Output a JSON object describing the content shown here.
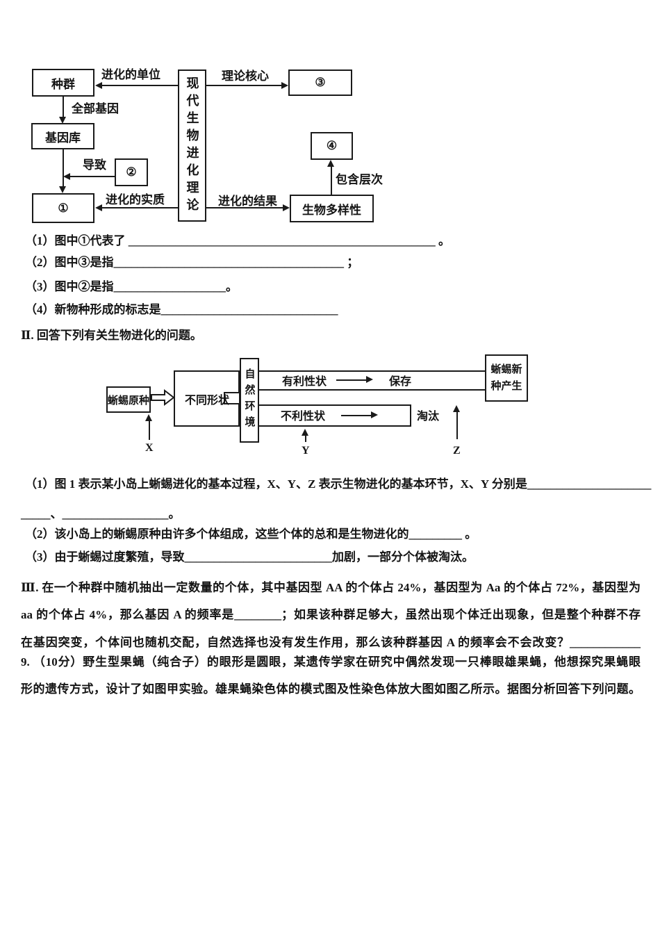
{
  "section1": {
    "diagram": {
      "center": "现代生物进化理论",
      "box_population": "种群",
      "box_gene_pool": "基因库",
      "box_1": "①",
      "box_2": "②",
      "box_3": "③",
      "box_4": "④",
      "box_biodiversity": "生物多样性",
      "label_unit": "进化的单位",
      "label_all_genes": "全部基因",
      "label_causes": "导致",
      "label_essence": "进化的实质",
      "label_core": "理论核心",
      "label_result": "进化的结果",
      "label_levels": "包含层次"
    },
    "questions": [
      "（1）图中①代表了 ____________________________________________________ 。",
      "（2）图中③是指_______________________________________ ；",
      "（3）图中②是指___________________。",
      "（4）新物种形成的标志是______________________________"
    ]
  },
  "section2": {
    "heading": "Ⅱ. 回答下列有关生物进化的问题。",
    "diagram": {
      "box_original": "蜥蜴原种",
      "label_shapes": "不同形状",
      "box_environment": "自然环境",
      "label_favorable": "有利性状",
      "label_preserved": "保存",
      "label_unfavorable": "不利性状",
      "label_eliminated": "淘汰",
      "box_new_species_line1": "蜥蜴新",
      "box_new_species_line2": "种产生",
      "label_x": "X",
      "label_y": "Y",
      "label_z": "Z"
    },
    "questions": [
      "（1）图 1 表示某小岛上蜥蜴进化的基本过程，X、Y、Z 表示生物进化的基本环节，X、Y 分别是_____________________",
      "_____、__________________。",
      "（2）该小岛上的蜥蜴原种由许多个体组成，这些个体的总和是生物进化的_________ 。",
      "（3）由于蜥蜴过度繁殖，导致_________________________加剧，一部分个体被淘汰。"
    ]
  },
  "section3": {
    "lines": [
      "Ⅲ. 在一个种群中随机抽出一定数量的个体，其中基因型 AA 的个体占 24%，基因型为 Aa 的个体占 72%，基因型为",
      "aa 的个体占 4%，那么基因 A 的频率是________；如果该种群足够大，虽然出现个体迁出现象，但是整个种群不存",
      "在基因突变，个体间也随机交配，自然选择也没有发生作用，那么该种群基因 A 的频率会不会改变？____________"
    ]
  },
  "question9": {
    "lines": [
      "9. （10分）野生型果蝇（纯合子）的眼形是圆眼，某遗传学家在研究中偶然发现一只棒眼雄果蝇，他想探究果蝇眼",
      "形的遗传方式，设计了如图甲实验。雄果蝇染色体的模式图及性染色体放大图如图乙所示。据图分析回答下列问题。"
    ]
  }
}
